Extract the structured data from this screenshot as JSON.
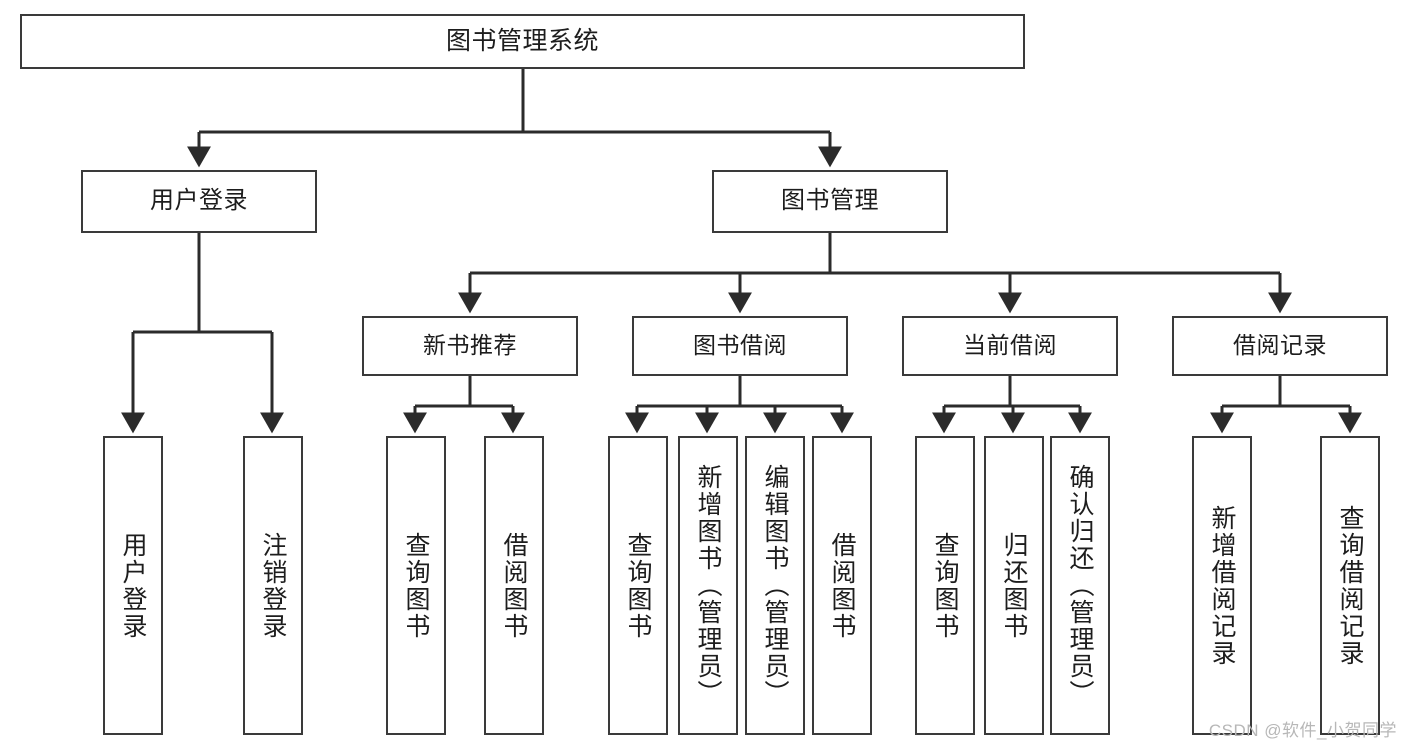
{
  "diagram": {
    "title": "图书管理系统",
    "type": "tree-hierarchy-chart",
    "colors": {
      "box_border": "#3a3a3a",
      "box_fill": "#ffffff",
      "edge": "#2b2b2b",
      "text": "#1d1d1d",
      "watermark": "#b7b7b7"
    },
    "root": {
      "label": "图书管理系统"
    },
    "level2": [
      {
        "label": "用户登录"
      },
      {
        "label": "图书管理"
      }
    ],
    "level3": [
      {
        "label": "新书推荐"
      },
      {
        "label": "图书借阅"
      },
      {
        "label": "当前借阅"
      },
      {
        "label": "借阅记录"
      }
    ],
    "leaves": {
      "user_login": [
        {
          "label": "用户登录"
        },
        {
          "label": "注销登录"
        }
      ],
      "new_book_recommend": [
        {
          "label": "查询图书"
        },
        {
          "label": "借阅图书"
        }
      ],
      "book_borrow": [
        {
          "label": "查询图书"
        },
        {
          "label": "新增图书（管理员）"
        },
        {
          "label": "编辑图书（管理员）"
        },
        {
          "label": "借阅图书"
        }
      ],
      "current_borrow": [
        {
          "label": "查询图书"
        },
        {
          "label": "归还图书"
        },
        {
          "label": "确认归还（管理员）"
        }
      ],
      "borrow_record": [
        {
          "label": "新增借阅记录"
        },
        {
          "label": "查询借阅记录"
        }
      ]
    }
  },
  "watermark": {
    "text": "CSDN @软件_小贺同学"
  }
}
